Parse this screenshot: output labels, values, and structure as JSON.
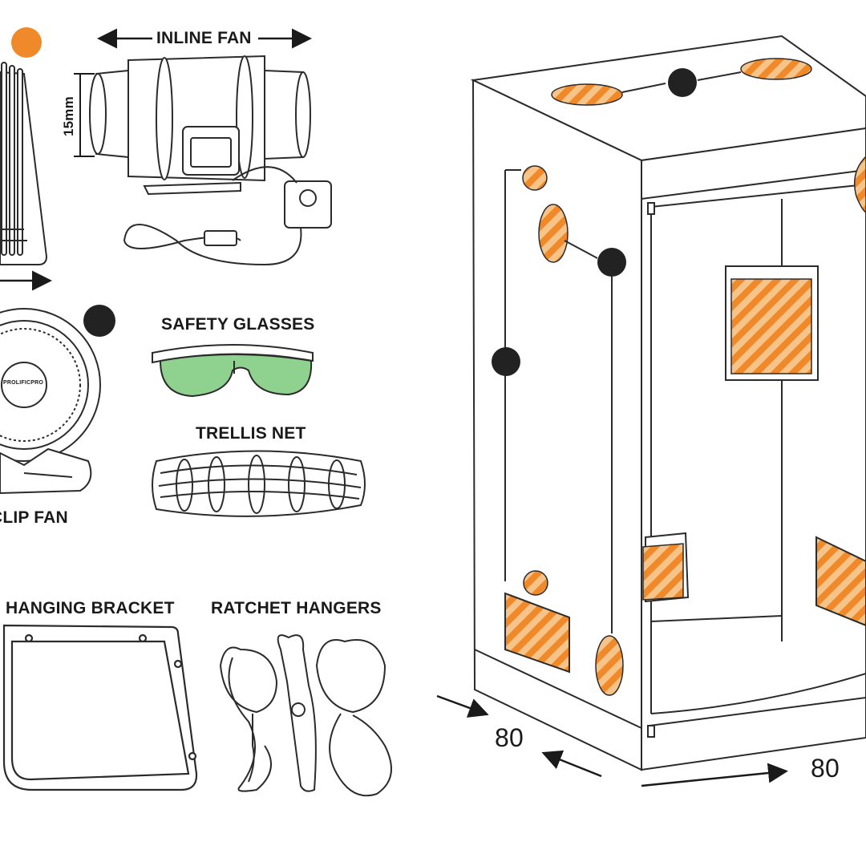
{
  "labels": {
    "inline_fan": "INLINE FAN",
    "fan_dimension": "15mm",
    "clip_fan": "CLIP FAN",
    "clip_fan_brand": "PROLIFICPRO",
    "safety_glasses": "SAFETY GLASSES",
    "trellis_net": "TRELLIS NET",
    "hanging_bracket": "HANGING BRACKET",
    "ratchet_hangers": "RATCHET HANGERS"
  },
  "tent": {
    "depth": "80",
    "width": "80"
  },
  "colors": {
    "accent_orange": "#f0892a",
    "stripe_light": "#f6c488",
    "marker_dark": "#222222",
    "line": "#2b2b2b",
    "glasses_green": "#8fd18f"
  }
}
